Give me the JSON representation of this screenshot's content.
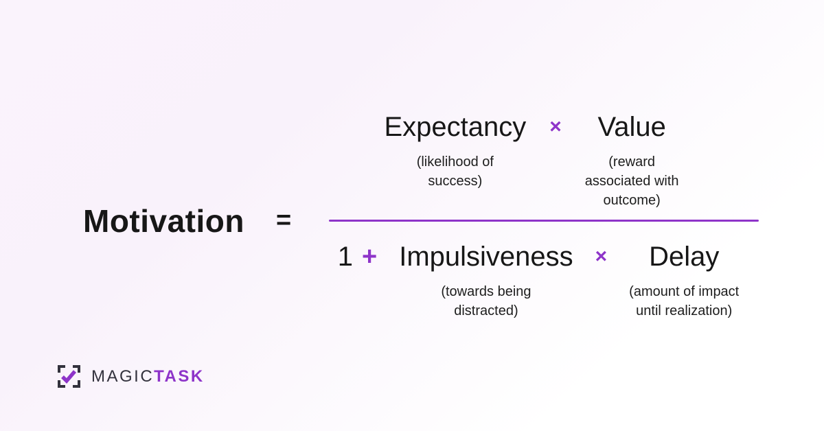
{
  "theme": {
    "purple": "#8E34C9",
    "text_dark": "#171717",
    "logo_dark": "#33323D",
    "bg_from": "#FAF3FC",
    "bg_to": "#FFFFFF"
  },
  "equation": {
    "lhs": "Motivation",
    "equals": "=",
    "numerator": {
      "term1": {
        "label": "Expectancy",
        "caption": "(likelihood of\nsuccess)"
      },
      "operator": "×",
      "term2": {
        "label": "Value",
        "caption": "(reward\nassociated with\noutcome)"
      }
    },
    "denominator": {
      "constant": "1",
      "plus": "+",
      "term1": {
        "label": "Impulsiveness",
        "caption": "(towards being\ndistracted)"
      },
      "operator": "×",
      "term2": {
        "label": "Delay",
        "caption": "(amount of impact\nuntil realization)"
      }
    }
  },
  "logo": {
    "word1": "MAGIC",
    "word2": "TASK",
    "icon": "checkbox-viewfinder-icon"
  }
}
